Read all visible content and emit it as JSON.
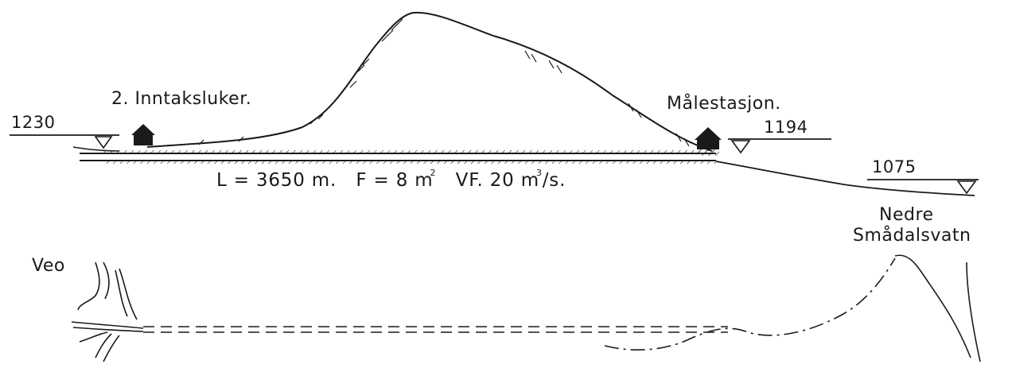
{
  "labels": {
    "intake": "2. Inntaksluker.",
    "station": "Målestasjon.",
    "elev_left": "1230",
    "elev_station": "1194",
    "elev_right": "1075",
    "lake_line1": "Nedre",
    "lake_line2": "Smådalsvatn",
    "river": "Veo"
  },
  "tunnel": {
    "length_label": "L = 3650 m.",
    "area_label": "F = 8 m",
    "area_exp": "2",
    "flow_label": "VF. 20 m",
    "flow_exp": "3",
    "flow_unit": "/s."
  },
  "colors": {
    "ink": "#1a1a1a",
    "background": "#ffffff"
  }
}
